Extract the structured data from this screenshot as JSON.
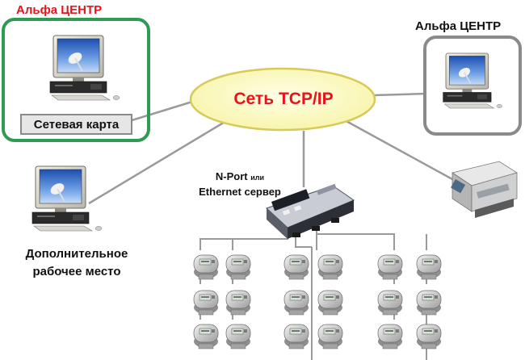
{
  "alpha_center_left": "Альфа ЦЕНТР",
  "alpha_center_right": "Альфа ЦЕНТР",
  "network_card": "Сетевая карта",
  "network": "Сеть TCP/IP",
  "nport": {
    "line1": "N-Port",
    "or": "или",
    "line2": "Ethernet сервер"
  },
  "workplace": {
    "line1": "Дополнительное",
    "line2": "рабочее место"
  },
  "colors": {
    "accent_red": "#e8131b",
    "frame_green": "#2f9a52",
    "frame_gray": "#8a8a8a",
    "ellipse_fill": "#fdfcc8",
    "link_gray": "#9a9a9a"
  },
  "meter_grid": {
    "columns": 6,
    "rows": 3
  }
}
